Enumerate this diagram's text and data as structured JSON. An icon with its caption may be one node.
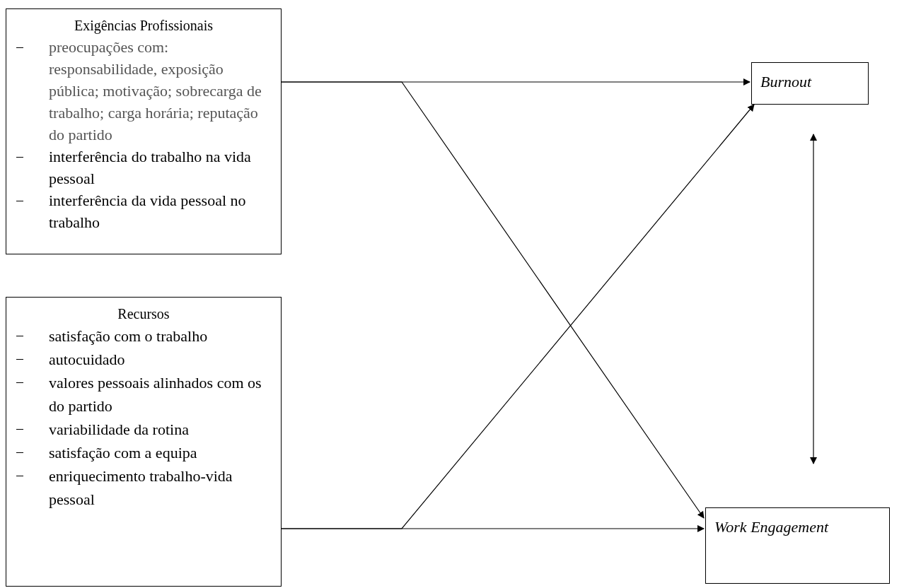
{
  "diagram": {
    "nodes": [
      {
        "text": [
          "Exigências Profissionais",
          "preocupações com: responsabilidade, exposição pública; motivação; sobrecarga de trabalho; carga horária; reputação do partido",
          "interferência do trabalho na vida pessoal",
          "interferência da vida pessoal no trabalho"
        ]
      },
      {
        "text": [
          "Recursos",
          "satisfação com o trabalho",
          "autocuidado",
          "valores pessoais alinhados com os do partido",
          "variabilidade da rotina",
          "satisfação com a equipa",
          "enriquecimento trabalho-vida pessoal"
        ]
      },
      {
        "text": [
          "Burnout"
        ]
      },
      {
        "text": [
          "Work Engagement"
        ]
      }
    ],
    "edges": [
      {
        "from": 0,
        "to": 2,
        "arrow": "to"
      },
      {
        "from": 0,
        "to": 3,
        "arrow": "to"
      },
      {
        "from": 1,
        "to": 2,
        "arrow": "to"
      },
      {
        "from": 1,
        "to": 3,
        "arrow": "to"
      },
      {
        "from": 2,
        "to": 3,
        "arrow": "both"
      }
    ]
  }
}
